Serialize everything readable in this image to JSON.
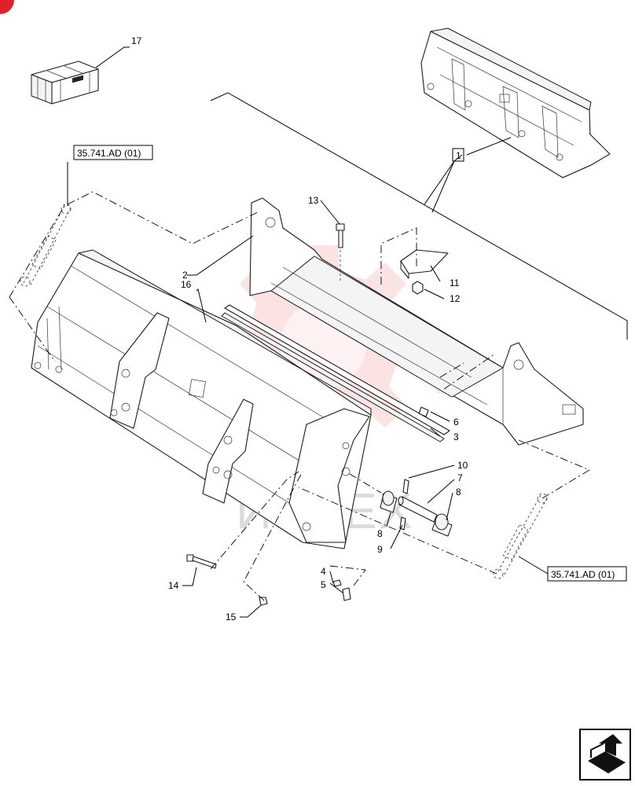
{
  "callouts": [
    "1",
    "2",
    "3",
    "4",
    "5",
    "6",
    "7",
    "8",
    "8",
    "9",
    "10",
    "11",
    "12",
    "13",
    "14",
    "15",
    "16",
    "17"
  ],
  "references": [
    "35.741.AD (01)",
    "35.741.AD (01)"
  ],
  "watermark": "ИНТЕХ",
  "colors": {
    "watermark_red": "#e23b3b",
    "corner_mark": "#e0202a",
    "line": "#000000"
  },
  "icons": {
    "corner_mark": "corner-marker-icon",
    "navigate": "next-page-arrow-icon"
  }
}
